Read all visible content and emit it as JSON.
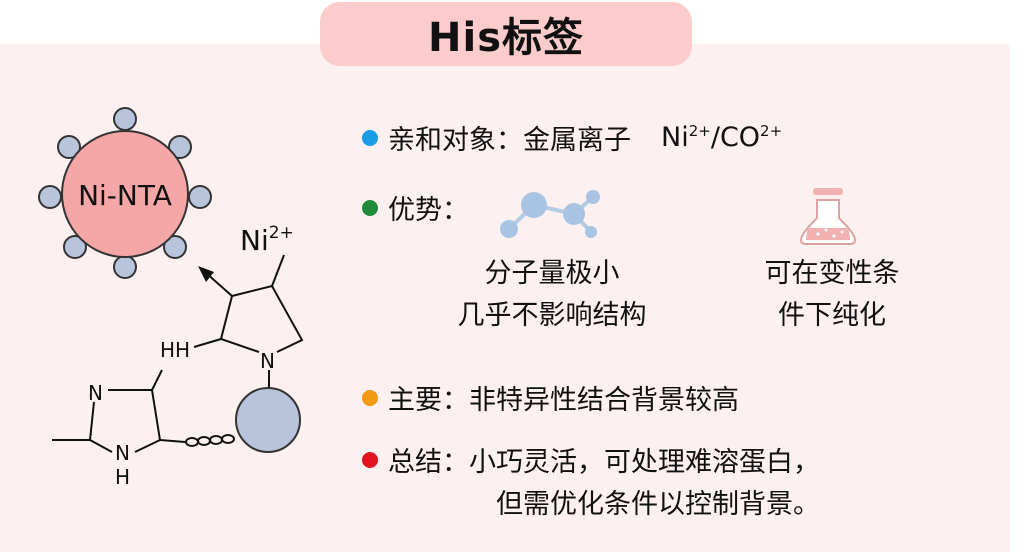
{
  "title": "His标签",
  "diagram": {
    "bead_label": "Ni-NTA",
    "ion_label": "Ni",
    "ion_charge": "2+",
    "atom_n_ring": "N",
    "atom_hh": "HH",
    "atom_n_upper": "N",
    "atom_n_lower": "N",
    "atom_h_lower": "H"
  },
  "items": {
    "affinity": {
      "label": "亲和对象：",
      "value": "金属离子",
      "ion1": "Ni",
      "ion1_charge": "2+",
      "slash": "/",
      "ion2": "CO",
      "ion2_charge": "2+",
      "bullet_color": "#1a9be6"
    },
    "advantage": {
      "label": "优势：",
      "bullet_color": "#1e8c3a",
      "point1_line1": "分子量极小",
      "point1_line2": "几乎不影响结构",
      "point2_line1": "可在变性条",
      "point2_line2": "件下纯化",
      "molecule_icon": "molecule-icon",
      "flask_icon": "flask-icon"
    },
    "main": {
      "label": "主要：",
      "text": "非特异性结合背景较高",
      "bullet_color": "#f29a13"
    },
    "summary": {
      "label": "总结：",
      "line1": "小巧灵活，可处理难溶蛋白，",
      "line2": "但需优化条件以控制背景。",
      "bullet_color": "#e0141e"
    }
  }
}
